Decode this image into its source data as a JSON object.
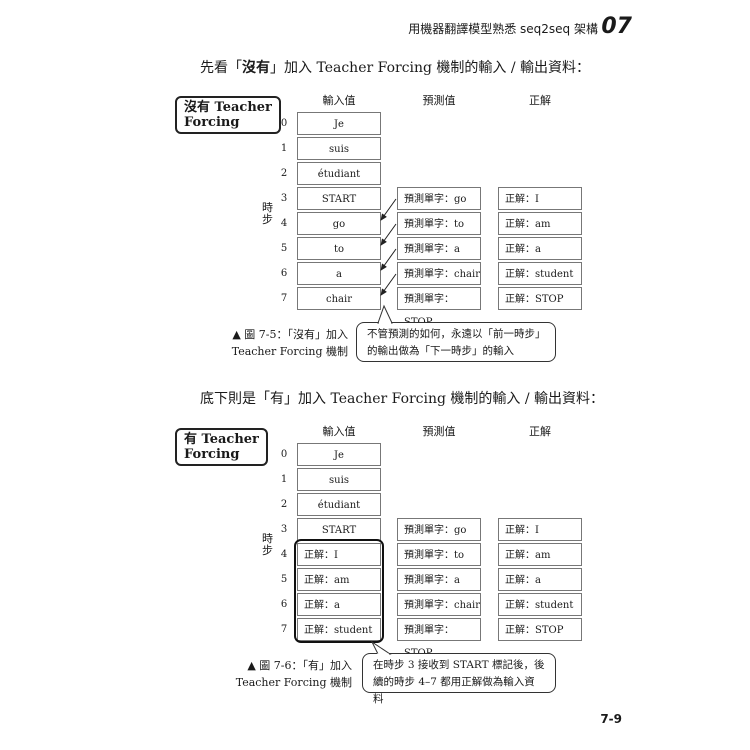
{
  "header": {
    "title": "用機器翻譯模型熟悉 seq2seq 架構",
    "chapter": "07"
  },
  "page_number": "7-9",
  "section1": {
    "intro_prefix": "先看「",
    "intro_bold": "沒有",
    "intro_suffix": "」加入 Teacher Forcing 機制的輸入 / 輸出資料：",
    "box_title_line1": "沒有 Teacher",
    "box_title_line2": "Forcing",
    "col_headers": [
      "輸入值",
      "預測值",
      "正解"
    ],
    "row_numbers": [
      "0",
      "1",
      "2",
      "3",
      "4",
      "5",
      "6",
      "7"
    ],
    "inputs": [
      "Je",
      "suis",
      "étudiant",
      "START",
      "go",
      "to",
      "a",
      "chair"
    ],
    "predictions": [
      "預測單字：go",
      "預測單字：to",
      "預測單字：a",
      "預測單字：chair",
      "預測單字：STOP"
    ],
    "answers": [
      "正解：I",
      "正解：am",
      "正解：a",
      "正解：student",
      "正解：STOP"
    ],
    "side_label": [
      "時",
      "步"
    ],
    "caption_line1": "▲ 圖 7-5：「沒有」加入",
    "caption_line2": "Teacher Forcing 機制",
    "callout_line1": "不管預測的如何，永遠以「前一時步」",
    "callout_line2": "的輸出做為「下一時步」的輸入"
  },
  "section2": {
    "intro": "底下則是「有」加入 Teacher Forcing 機制的輸入 / 輸出資料：",
    "box_title_line1": "有 Teacher",
    "box_title_line2": "Forcing",
    "col_headers": [
      "輸入值",
      "預測值",
      "正解"
    ],
    "row_numbers": [
      "0",
      "1",
      "2",
      "3",
      "4",
      "5",
      "6",
      "7"
    ],
    "inputs": [
      "Je",
      "suis",
      "étudiant",
      "START",
      "正解：I",
      "正解：am",
      "正解：a",
      "正解：student"
    ],
    "predictions": [
      "預測單字：go",
      "預測單字：to",
      "預測單字：a",
      "預測單字：chair",
      "預測單字：STOP"
    ],
    "answers": [
      "正解：I",
      "正解：am",
      "正解：a",
      "正解：student",
      "正解：STOP"
    ],
    "side_label": [
      "時",
      "步"
    ],
    "caption_line1": "▲ 圖 7-6：「有」加入",
    "caption_line2": "Teacher Forcing 機制",
    "callout_line1": "在時步 3 接收到 START 標記後，後",
    "callout_line2": "續的時步 4–7 都用正解做為輸入資料"
  }
}
